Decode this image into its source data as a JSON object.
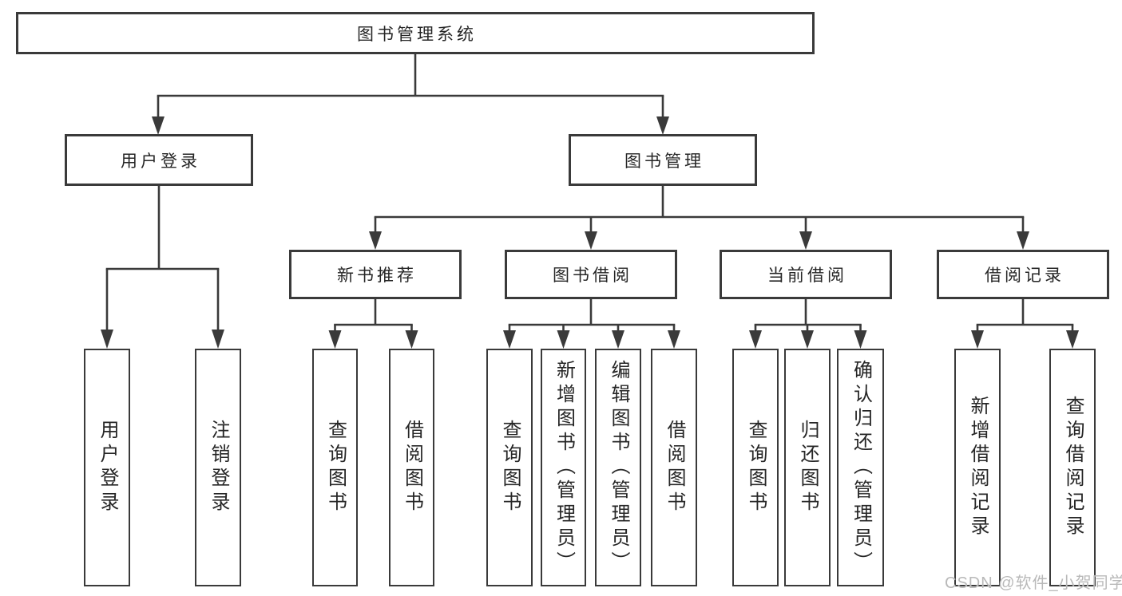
{
  "diagram": {
    "title": "图书管理系统",
    "modules": [
      {
        "label": "用户登录",
        "features": [
          {
            "label": "用户登录"
          },
          {
            "label": "注销登录"
          }
        ]
      },
      {
        "label": "图书管理",
        "sections": [
          {
            "label": "新书推荐",
            "features": [
              {
                "label": "查询图书"
              },
              {
                "label": "借阅图书"
              }
            ]
          },
          {
            "label": "图书借阅",
            "features": [
              {
                "label": "查询图书"
              },
              {
                "label": "新增图书（管理员）"
              },
              {
                "label": "编辑图书（管理员）"
              },
              {
                "label": "借阅图书"
              }
            ]
          },
          {
            "label": "当前借阅",
            "features": [
              {
                "label": "查询图书"
              },
              {
                "label": "归还图书"
              },
              {
                "label": "确认归还（管理员）"
              }
            ]
          },
          {
            "label": "借阅记录",
            "features": [
              {
                "label": "新增借阅记录"
              },
              {
                "label": "查询借阅记录"
              }
            ]
          }
        ]
      }
    ]
  },
  "watermark": {
    "text": "CSDN @软件_小贺同学",
    "color": "#b9b9b9"
  },
  "colors": {
    "background": "#ffffff",
    "line": "#3a3a3a",
    "box_border": "#3a3a3a",
    "text": "#262626"
  }
}
